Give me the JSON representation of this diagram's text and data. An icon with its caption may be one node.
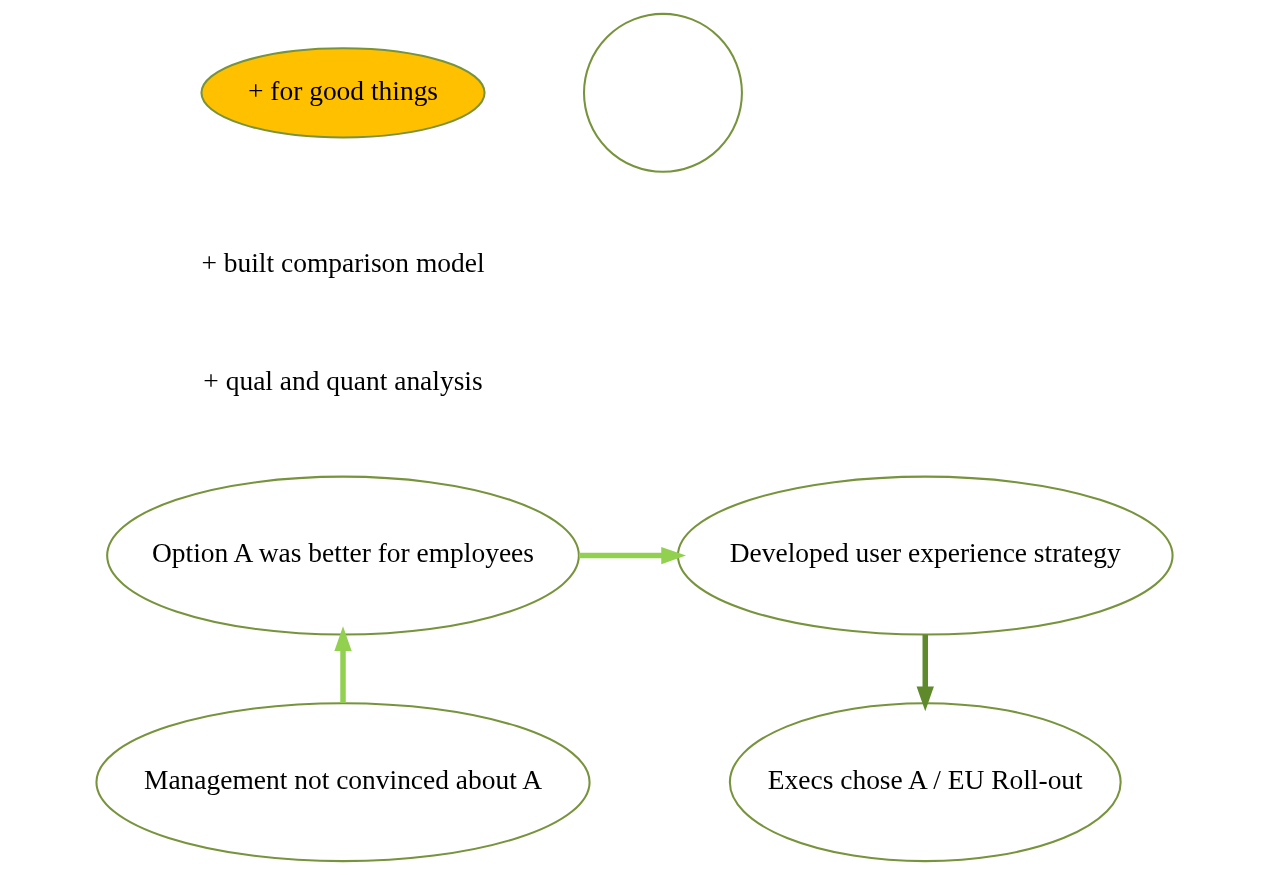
{
  "diagram": {
    "nodes": [
      {
        "text": [
          "+ for good things"
        ]
      },
      {
        "text": [],
        "shape": "circle"
      },
      {
        "text": [
          "Option A was better for employees"
        ]
      },
      {
        "text": [
          "Developed user experience strategy"
        ]
      },
      {
        "text": [
          "Management not convinced about A"
        ]
      },
      {
        "text": [
          "Execs chose A / EU Roll-out"
        ]
      }
    ],
    "edges": [
      {
        "from": 2,
        "to": 3,
        "arrow": "to"
      },
      {
        "from": 3,
        "to": 5,
        "arrow": "to",
        "color": "#5e8a2c"
      },
      {
        "from": 4,
        "to": 2,
        "arrow": "to"
      }
    ],
    "labels": [
      "+ built comparison model",
      "+ qual and quant analysis"
    ]
  }
}
